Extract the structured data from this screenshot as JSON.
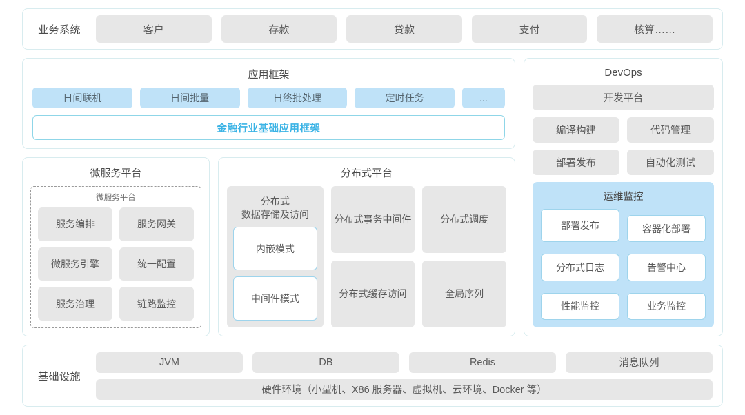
{
  "colors": {
    "panel_border": "#d8ecef",
    "chip_gray": "#e7e7e7",
    "chip_blue": "#bfe2f8",
    "accent_cyan": "#3bb3e5",
    "sub_border": "#9ed4ec",
    "text": "#4a4a4a"
  },
  "business_row": {
    "label": "业务系统",
    "items": [
      "客户",
      "存款",
      "贷款",
      "支付",
      "核算……"
    ]
  },
  "app_framework": {
    "title": "应用框架",
    "chips": [
      "日间联机",
      "日间批量",
      "日终批处理",
      "定时任务",
      "..."
    ],
    "banner": "金融行业基础应用框架"
  },
  "microservice": {
    "title": "微服务平台",
    "inner_title": "微服务平台",
    "items": [
      "服务编排",
      "服务网关",
      "微服务引擎",
      "统一配置",
      "服务治理",
      "链路监控"
    ]
  },
  "distributed": {
    "title": "分布式平台",
    "column_one": {
      "title": "分布式\n数据存储及访问",
      "title_line1": "分布式",
      "title_line2": "数据存储及访问",
      "sub_items": [
        "内嵌模式",
        "中间件模式"
      ]
    },
    "column_two": [
      {
        "line1": "分布式",
        "line2": "事务中间件"
      },
      {
        "line1": "分布式",
        "line2": "缓存访问"
      }
    ],
    "column_three": [
      {
        "line1": "分布式调度",
        "line2": ""
      },
      {
        "line1": "全局序列",
        "line2": ""
      }
    ]
  },
  "devops": {
    "title": "DevOps",
    "platform": "开发平台",
    "pairs_row1": [
      "编译构建",
      "代码管理"
    ],
    "pairs_row2": [
      "部署发布",
      "自动化测试"
    ],
    "ops_monitor": {
      "title": "运维监控",
      "items": [
        "部署发布",
        "容器化部署",
        "分布式日志",
        "告警中心",
        "性能监控",
        "业务监控"
      ]
    }
  },
  "infrastructure": {
    "label": "基础设施",
    "items": [
      "JVM",
      "DB",
      "Redis",
      "消息队列"
    ],
    "hardware": "硬件环境（小型机、X86 服务器、虚拟机、云环境、Docker 等）"
  }
}
